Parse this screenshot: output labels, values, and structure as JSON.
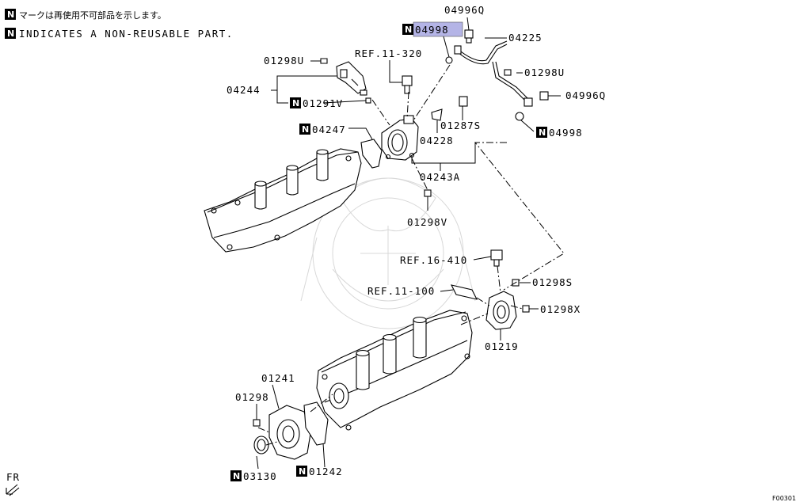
{
  "notes": {
    "jp": "マークは再使用不可部品を示します。",
    "en": "INDICATES A NON-REUSABLE PART.",
    "n_marker": "N"
  },
  "labels": {
    "p04996q_top": "04996Q",
    "p04998_top": "04998",
    "p04225": "04225",
    "ref11_320": "REF.11-320",
    "p01298u_left": "01298U",
    "p01298u_right": "01298U",
    "p04244": "04244",
    "p01291v": "01291V",
    "p04996q_right": "04996Q",
    "p04247": "04247",
    "p01287s": "01287S",
    "p04228": "04228",
    "p04998_right": "04998",
    "p04243a": "04243A",
    "p01298v": "01298V",
    "ref16_410": "REF.16-410",
    "p01298s": "01298S",
    "ref11_100": "REF.11-100",
    "p01298x": "01298X",
    "p01219": "01219",
    "p01241": "01241",
    "p01298": "01298",
    "p03130": "03130",
    "p01242": "01242",
    "fr": "FR",
    "fig_code": "F00301"
  },
  "colors": {
    "highlight": "#b4b4e6",
    "ink": "#000000",
    "watermark": "#d8d8d8"
  }
}
